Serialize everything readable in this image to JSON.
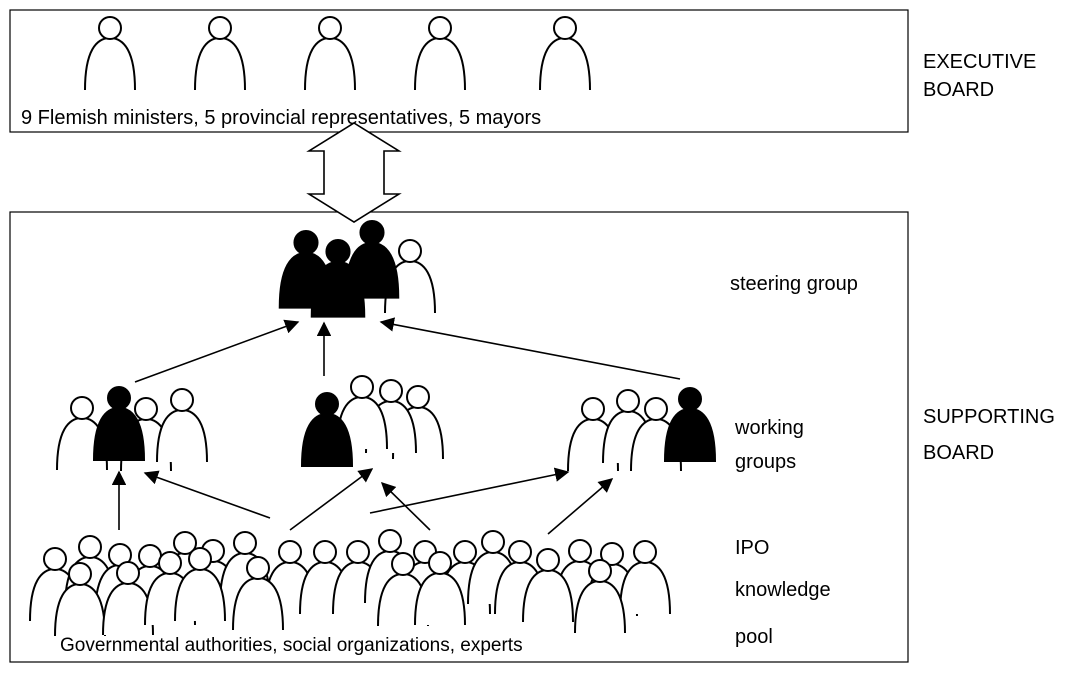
{
  "executive_board": {
    "label_line1": "EXECUTIVE",
    "label_line2": "BOARD",
    "members_caption": "9 Flemish ministers, 5 provincial representatives, 5 mayors"
  },
  "supporting_board": {
    "label_line1": "SUPPORTING",
    "label_line2": "BOARD",
    "steering_group_label": "steering group",
    "working_groups_line1": "working",
    "working_groups_line2": "groups",
    "knowledge_pool_line1": "IPO",
    "knowledge_pool_line2": "knowledge",
    "knowledge_pool_line3": "pool",
    "pool_caption": "Governmental authorities, social organizations, experts"
  }
}
